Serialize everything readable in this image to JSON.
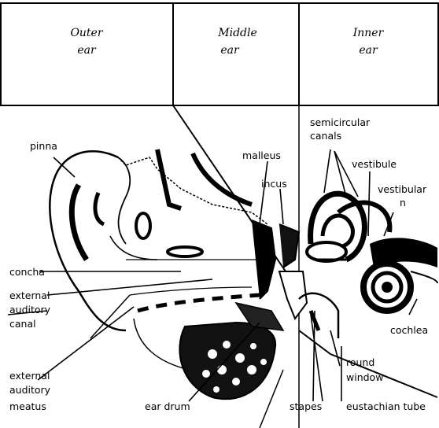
{
  "sections": [
    {
      "name": "Outer",
      "sub": "ear"
    },
    {
      "name": "Middle",
      "sub": "ear"
    },
    {
      "name": "Inner",
      "sub": "ear"
    }
  ],
  "labels": {
    "pinna": "pinna",
    "malleus": "malleus",
    "incus": "incus",
    "semicircular": "semicircular",
    "canals": "canals",
    "vestibule": "vestibule",
    "vestibular": "vestibular",
    "vestibular_n": "n",
    "concha": "concha",
    "external_1": "external",
    "auditory_1": "auditory",
    "canal": "canal",
    "cochlea": "cochlea",
    "round": "round",
    "window": "window",
    "external_2": "external",
    "auditory_2": "auditory",
    "meatus": "meatus",
    "ear_drum": "ear drum",
    "stapes": "stapes",
    "eustachian_tube": "eustachian tube"
  }
}
